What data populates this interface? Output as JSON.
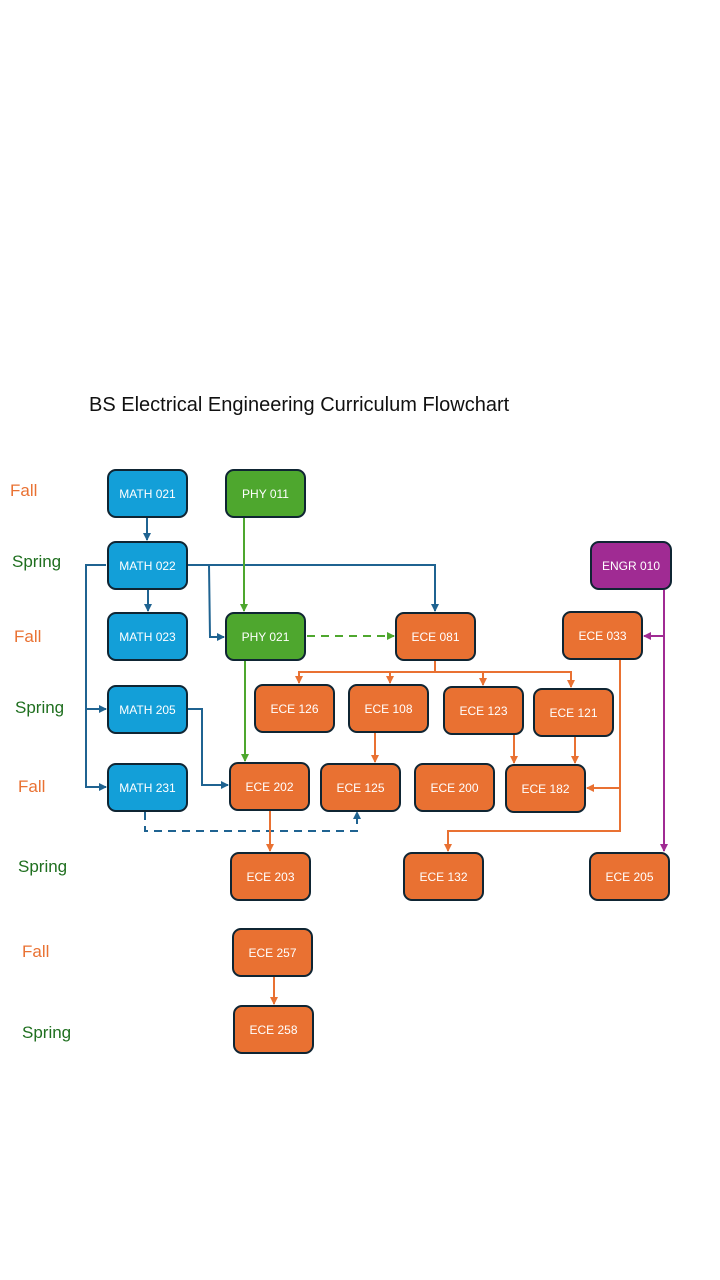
{
  "title": "BS Electrical Engineering Curriculum Flowchart",
  "colors": {
    "math": "#139fd8",
    "physics": "#4ea72e",
    "ece": "#e97132",
    "engr": "#a02b93",
    "math_link": "#1f6391",
    "fall_label": "#e97132",
    "spring_label": "#1f6f1f"
  },
  "terms": [
    {
      "label": "Fall",
      "season": "fall"
    },
    {
      "label": "Spring",
      "season": "spring"
    },
    {
      "label": "Fall",
      "season": "fall"
    },
    {
      "label": "Spring",
      "season": "spring"
    },
    {
      "label": "Fall",
      "season": "fall"
    },
    {
      "label": "Spring",
      "season": "spring"
    },
    {
      "label": "Fall",
      "season": "fall"
    },
    {
      "label": "Spring",
      "season": "spring"
    }
  ],
  "courses": [
    {
      "id": "MATH021",
      "label": "MATH 021",
      "category": "math"
    },
    {
      "id": "PHY011",
      "label": "PHY 011",
      "category": "physics"
    },
    {
      "id": "MATH022",
      "label": "MATH 022",
      "category": "math"
    },
    {
      "id": "ENGR010",
      "label": "ENGR 010",
      "category": "engr"
    },
    {
      "id": "MATH023",
      "label": "MATH 023",
      "category": "math"
    },
    {
      "id": "PHY021",
      "label": "PHY 021",
      "category": "physics"
    },
    {
      "id": "ECE081",
      "label": "ECE 081",
      "category": "ece"
    },
    {
      "id": "ECE033",
      "label": "ECE 033",
      "category": "ece"
    },
    {
      "id": "MATH205",
      "label": "MATH 205",
      "category": "math"
    },
    {
      "id": "ECE126",
      "label": "ECE 126",
      "category": "ece"
    },
    {
      "id": "ECE108",
      "label": "ECE 108",
      "category": "ece"
    },
    {
      "id": "ECE123",
      "label": "ECE 123",
      "category": "ece"
    },
    {
      "id": "ECE121",
      "label": "ECE 121",
      "category": "ece"
    },
    {
      "id": "MATH231",
      "label": "MATH 231",
      "category": "math"
    },
    {
      "id": "ECE202",
      "label": "ECE 202",
      "category": "ece"
    },
    {
      "id": "ECE125",
      "label": "ECE 125",
      "category": "ece"
    },
    {
      "id": "ECE200",
      "label": "ECE 200",
      "category": "ece"
    },
    {
      "id": "ECE182",
      "label": "ECE 182",
      "category": "ece"
    },
    {
      "id": "ECE203",
      "label": "ECE 203",
      "category": "ece"
    },
    {
      "id": "ECE132",
      "label": "ECE 132",
      "category": "ece"
    },
    {
      "id": "ECE205",
      "label": "ECE 205",
      "category": "ece"
    },
    {
      "id": "ECE257",
      "label": "ECE 257",
      "category": "ece"
    },
    {
      "id": "ECE258",
      "label": "ECE 258",
      "category": "ece"
    }
  ],
  "prerequisites": [
    {
      "from": "MATH021",
      "to": "MATH022",
      "type": "solid"
    },
    {
      "from": "MATH022",
      "to": "MATH023",
      "type": "solid"
    },
    {
      "from": "MATH022",
      "to": "PHY021",
      "type": "solid"
    },
    {
      "from": "MATH022",
      "to": "ECE081",
      "type": "solid"
    },
    {
      "from": "MATH022",
      "to": "MATH205",
      "type": "solid"
    },
    {
      "from": "MATH022",
      "to": "MATH231",
      "type": "solid"
    },
    {
      "from": "PHY011",
      "to": "PHY021",
      "type": "solid"
    },
    {
      "from": "PHY021",
      "to": "ECE081",
      "type": "dashed"
    },
    {
      "from": "PHY021",
      "to": "ECE202",
      "type": "solid"
    },
    {
      "from": "MATH205",
      "to": "ECE202",
      "type": "solid"
    },
    {
      "from": "MATH231",
      "to": "ECE125",
      "type": "dashed"
    },
    {
      "from": "ECE081",
      "to": "ECE126",
      "type": "solid"
    },
    {
      "from": "ECE081",
      "to": "ECE108",
      "type": "solid"
    },
    {
      "from": "ECE081",
      "to": "ECE123",
      "type": "solid"
    },
    {
      "from": "ECE081",
      "to": "ECE121",
      "type": "solid"
    },
    {
      "from": "ECE108",
      "to": "ECE125",
      "type": "solid"
    },
    {
      "from": "ECE123",
      "to": "ECE182",
      "type": "solid"
    },
    {
      "from": "ECE121",
      "to": "ECE182",
      "type": "solid"
    },
    {
      "from": "ECE033",
      "to": "ECE182",
      "type": "solid"
    },
    {
      "from": "ECE033",
      "to": "ECE132",
      "type": "solid"
    },
    {
      "from": "ENGR010",
      "to": "ECE033",
      "type": "solid"
    },
    {
      "from": "ENGR010",
      "to": "ECE205",
      "type": "solid"
    },
    {
      "from": "ECE202",
      "to": "ECE203",
      "type": "solid"
    },
    {
      "from": "ECE257",
      "to": "ECE258",
      "type": "solid"
    }
  ]
}
